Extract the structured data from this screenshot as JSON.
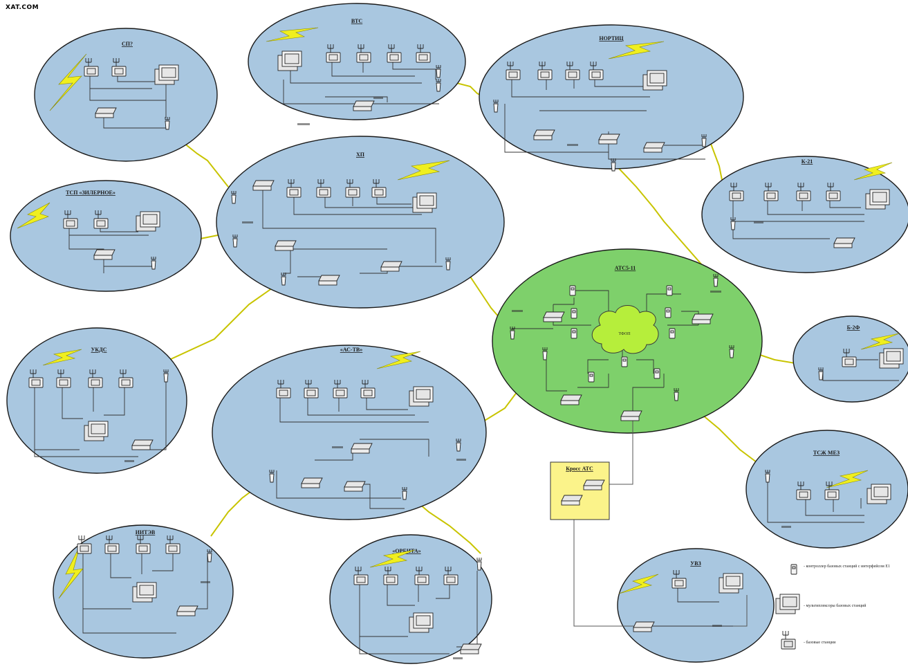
{
  "watermark": "XAT.COM",
  "nodes": [
    {
      "id": "n-top-left",
      "label": "СП?"
    },
    {
      "id": "n-top-center",
      "label": "ВТС"
    },
    {
      "id": "n-top-right",
      "label": "НОРТИЦ"
    },
    {
      "id": "n-left-upper",
      "label": "ТСП «ЗИЛЕРНОЕ»"
    },
    {
      "id": "n-center-upper",
      "label": "ХП"
    },
    {
      "id": "n-right-upper",
      "label": "К-21"
    },
    {
      "id": "n-core",
      "label": "АТС5-11"
    },
    {
      "id": "n-left-mid",
      "label": "УКДС"
    },
    {
      "id": "n-center-lower",
      "label": "«АС-ТВ»"
    },
    {
      "id": "n-right-mid",
      "label": "Б-2Ф"
    },
    {
      "id": "n-right-lower",
      "label": "ТСЖ МЕЗ"
    },
    {
      "id": "n-bottom-left",
      "label": "ИИТЭВ"
    },
    {
      "id": "n-bottom-center",
      "label": "«ОРБИТА»"
    },
    {
      "id": "n-bottom-right",
      "label": "УВЗ"
    }
  ],
  "core_cloud_label": "ТФОП",
  "cross_box_label": "Кросс АТС",
  "legend": [
    {
      "icon": "controller-icon",
      "text": "- контроллер базовых станций с интерфейсом Е1"
    },
    {
      "icon": "multiplexer-icon",
      "text": "- мультиплексоры базовых станций"
    },
    {
      "icon": "base-station-icon",
      "text": "- базовые станции"
    }
  ],
  "colors": {
    "ellipse_fill": "#a9c7e0",
    "core_fill": "#7ed06b",
    "radio_link": "#f0ef1f",
    "cross_box": "#fbf38a"
  }
}
